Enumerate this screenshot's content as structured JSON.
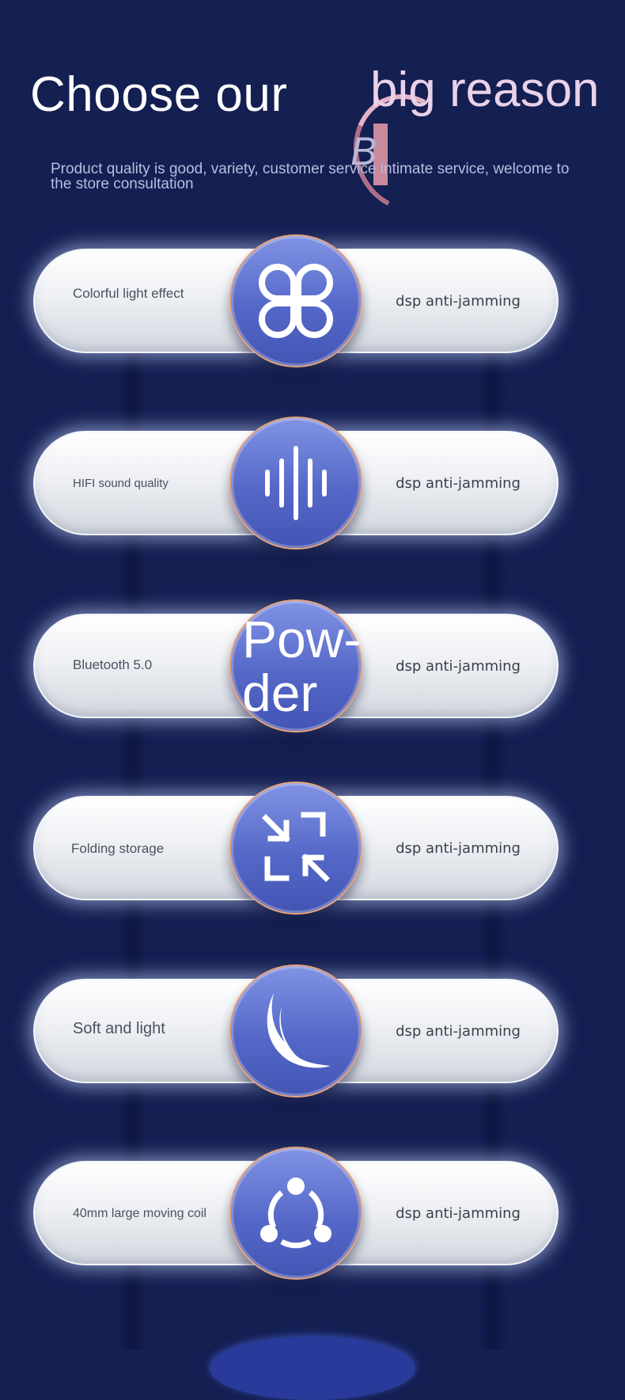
{
  "header": {
    "title_part1": "Choose our",
    "title_letter": "B",
    "title_part2": "big reason",
    "subtitle": "Product quality is good, variety, customer service intimate service, welcome to the store consultation"
  },
  "features": [
    {
      "left_label": "Colorful light effect",
      "right_label": "dsp anti-jamming",
      "icon": "clover-icon"
    },
    {
      "left_label": "HIFI sound quality",
      "right_label": "dsp anti-jamming",
      "icon": "sound-wave-icon"
    },
    {
      "left_label": "Bluetooth 5.0",
      "right_label": "dsp anti-jamming",
      "badge_text": "Pow-der"
    },
    {
      "left_label": "Folding storage",
      "right_label": "dsp anti-jamming",
      "icon": "collapse-arrows-icon"
    },
    {
      "left_label": "Soft and light",
      "right_label": "dsp anti-jamming",
      "icon": "leaf-icon"
    },
    {
      "left_label": "40mm large moving coil",
      "right_label": "dsp anti-jamming",
      "icon": "share-nodes-icon"
    }
  ],
  "colors": {
    "background": "#141f52",
    "badge_blue": "#5568c8",
    "badge_ring": "#e5a27c",
    "pill": "#eef0f4"
  }
}
